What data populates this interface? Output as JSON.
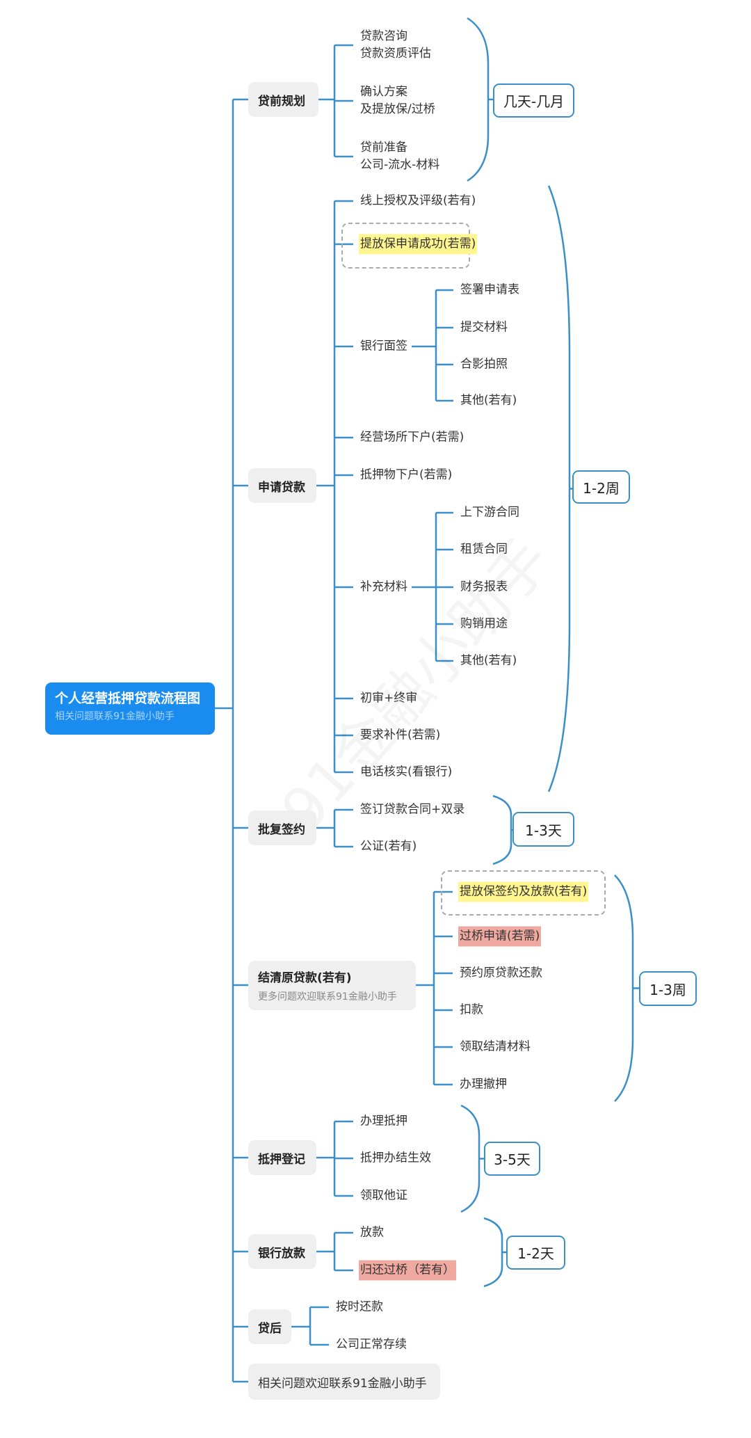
{
  "root": {
    "title": "个人经营抵押贷款流程图",
    "subtitle": "相关问题联系91金融小助手"
  },
  "watermark": "91金融小助手",
  "colors": {
    "line": "#3a8fc9",
    "root": "#1a8cf0",
    "highlight_yellow": "#fff68f",
    "highlight_red": "#f0a9a0"
  },
  "stages": [
    {
      "label": "贷前规划",
      "duration": "几天-几月",
      "children": [
        {
          "text": "贷款咨询\n贷款资质评估"
        },
        {
          "text": "确认方案\n及提放保/过桥"
        },
        {
          "text": "贷前准备\n公司-流水-材料"
        }
      ]
    },
    {
      "label": "申请贷款",
      "duration": "1-2周",
      "children": [
        {
          "text": "线上授权及评级(若有)"
        },
        {
          "text": "提放保申请成功(若需)",
          "highlight": "yellow"
        },
        {
          "text": "银行面签",
          "children": [
            {
              "text": "签署申请表"
            },
            {
              "text": "提交材料"
            },
            {
              "text": "合影拍照"
            },
            {
              "text": "其他(若有)"
            }
          ]
        },
        {
          "text": "经营场所下户(若需)"
        },
        {
          "text": "抵押物下户(若需)"
        },
        {
          "text": "补充材料",
          "children": [
            {
              "text": "上下游合同"
            },
            {
              "text": "租赁合同"
            },
            {
              "text": "财务报表"
            },
            {
              "text": "购销用途"
            },
            {
              "text": "其他(若有)"
            }
          ]
        },
        {
          "text": "初审+终审"
        },
        {
          "text": "要求补件(若需)"
        },
        {
          "text": "电话核实(看银行)"
        }
      ]
    },
    {
      "label": "批复签约",
      "duration": "1-3天",
      "children": [
        {
          "text": "签订贷款合同+双录"
        },
        {
          "text": "公证(若有)"
        }
      ]
    },
    {
      "label": "结清原贷款(若有)",
      "note": "更多问题欢迎联系91金融小助手",
      "duration": "1-3周",
      "children": [
        {
          "text": "提放保签约及放款(若有)",
          "highlight": "yellow"
        },
        {
          "text": "过桥申请(若需)",
          "highlight": "red"
        },
        {
          "text": "预约原贷款还款"
        },
        {
          "text": "扣款"
        },
        {
          "text": "领取结清材料"
        },
        {
          "text": "办理撤押"
        }
      ]
    },
    {
      "label": "抵押登记",
      "duration": "3-5天",
      "children": [
        {
          "text": "办理抵押"
        },
        {
          "text": "抵押办结生效"
        },
        {
          "text": "领取他证"
        }
      ]
    },
    {
      "label": "银行放款",
      "duration": "1-2天",
      "children": [
        {
          "text": "放款"
        },
        {
          "text": "归还过桥（若有）",
          "highlight": "red"
        }
      ]
    },
    {
      "label": "贷后",
      "children": [
        {
          "text": "按时还款"
        },
        {
          "text": "公司正常存续"
        }
      ]
    }
  ],
  "footer": "相关问题欢迎联系91金融小助手"
}
